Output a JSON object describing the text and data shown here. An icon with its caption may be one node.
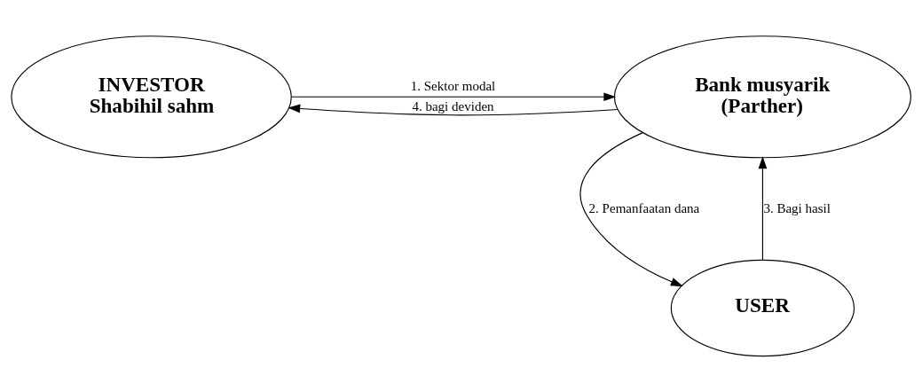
{
  "diagram": {
    "nodes": [
      {
        "text": [
          "INVESTOR",
          "Shabihil sahm"
        ]
      },
      {
        "text": [
          "Bank musyarik",
          "(Parther)"
        ]
      },
      {
        "text": [
          "USER"
        ]
      }
    ],
    "edges": [
      {
        "from": 0,
        "to": 1,
        "arrow": "to",
        "label": "1. Sektor modal"
      },
      {
        "from": 1,
        "to": 0,
        "arrow": "to",
        "label": "4. bagi deviden"
      },
      {
        "from": 1,
        "to": 2,
        "arrow": "to",
        "label": "2. Pemanfaatan dana"
      },
      {
        "from": 2,
        "to": 1,
        "arrow": "to",
        "label": "3. Bagi hasil"
      }
    ]
  }
}
